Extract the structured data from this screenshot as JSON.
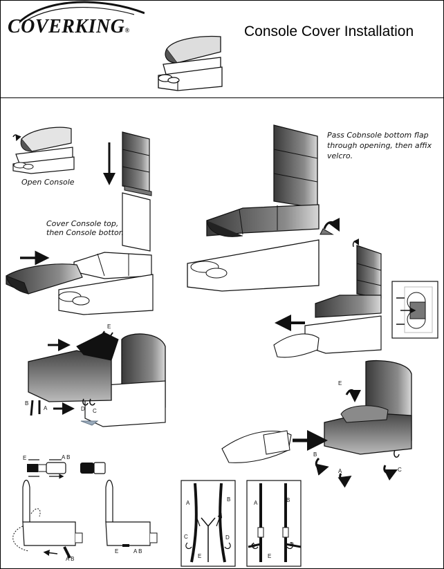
{
  "header": {
    "brand": "COVERKING",
    "brand_mark": "®",
    "title": "Console Cover Installation"
  },
  "captions": {
    "open_console": "Open Console",
    "cover_line1": "Cover Console top,",
    "cover_line2": "then Console bottom.",
    "pass_line1": "Pass Cobnsole bottom flap",
    "pass_line2": "through opening, then affix",
    "pass_line3": "velcro."
  },
  "labels": {
    "e": "E",
    "a": "A",
    "b": "B",
    "c": "C",
    "d": "D",
    "ab": "A B"
  },
  "colors": {
    "ink": "#111111",
    "cover_dark": "#4a4a4a",
    "cover_mid": "#8a8a8a",
    "cover_light": "#cfcfcf"
  }
}
